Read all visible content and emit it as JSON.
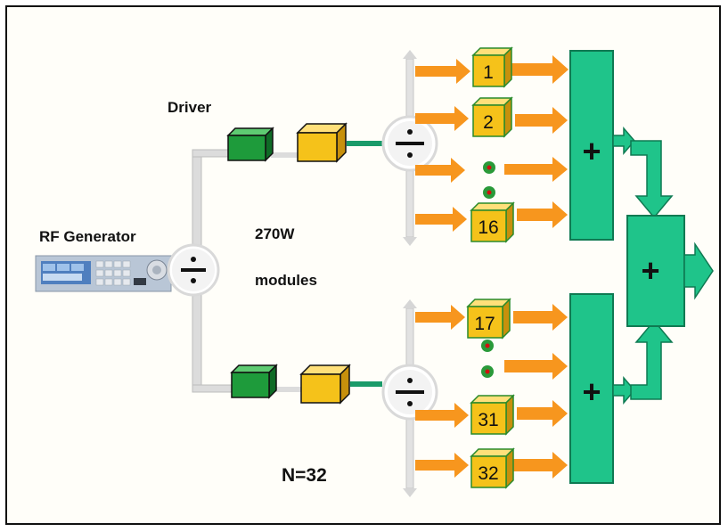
{
  "labels": {
    "driver": "Driver",
    "rf_generator": "RF Generator",
    "power": "270W",
    "modules": "modules",
    "n": "N=32"
  },
  "symbols": {
    "divide": "÷",
    "plus": "+"
  },
  "upper_amps": [
    {
      "label": "1"
    },
    {
      "label": "2"
    },
    {
      "label": "16"
    }
  ],
  "lower_amps": [
    {
      "label": "17"
    },
    {
      "label": "31"
    },
    {
      "label": "32"
    }
  ],
  "colors": {
    "driver": "#1e9b3b",
    "amplifier": "#f5c21a",
    "combiner": "#1fc48a",
    "arrow": "#f7961e",
    "splitter_line": "#d0d0d0",
    "dot_green": "#2a9a3a",
    "dot_red": "#d01010"
  }
}
